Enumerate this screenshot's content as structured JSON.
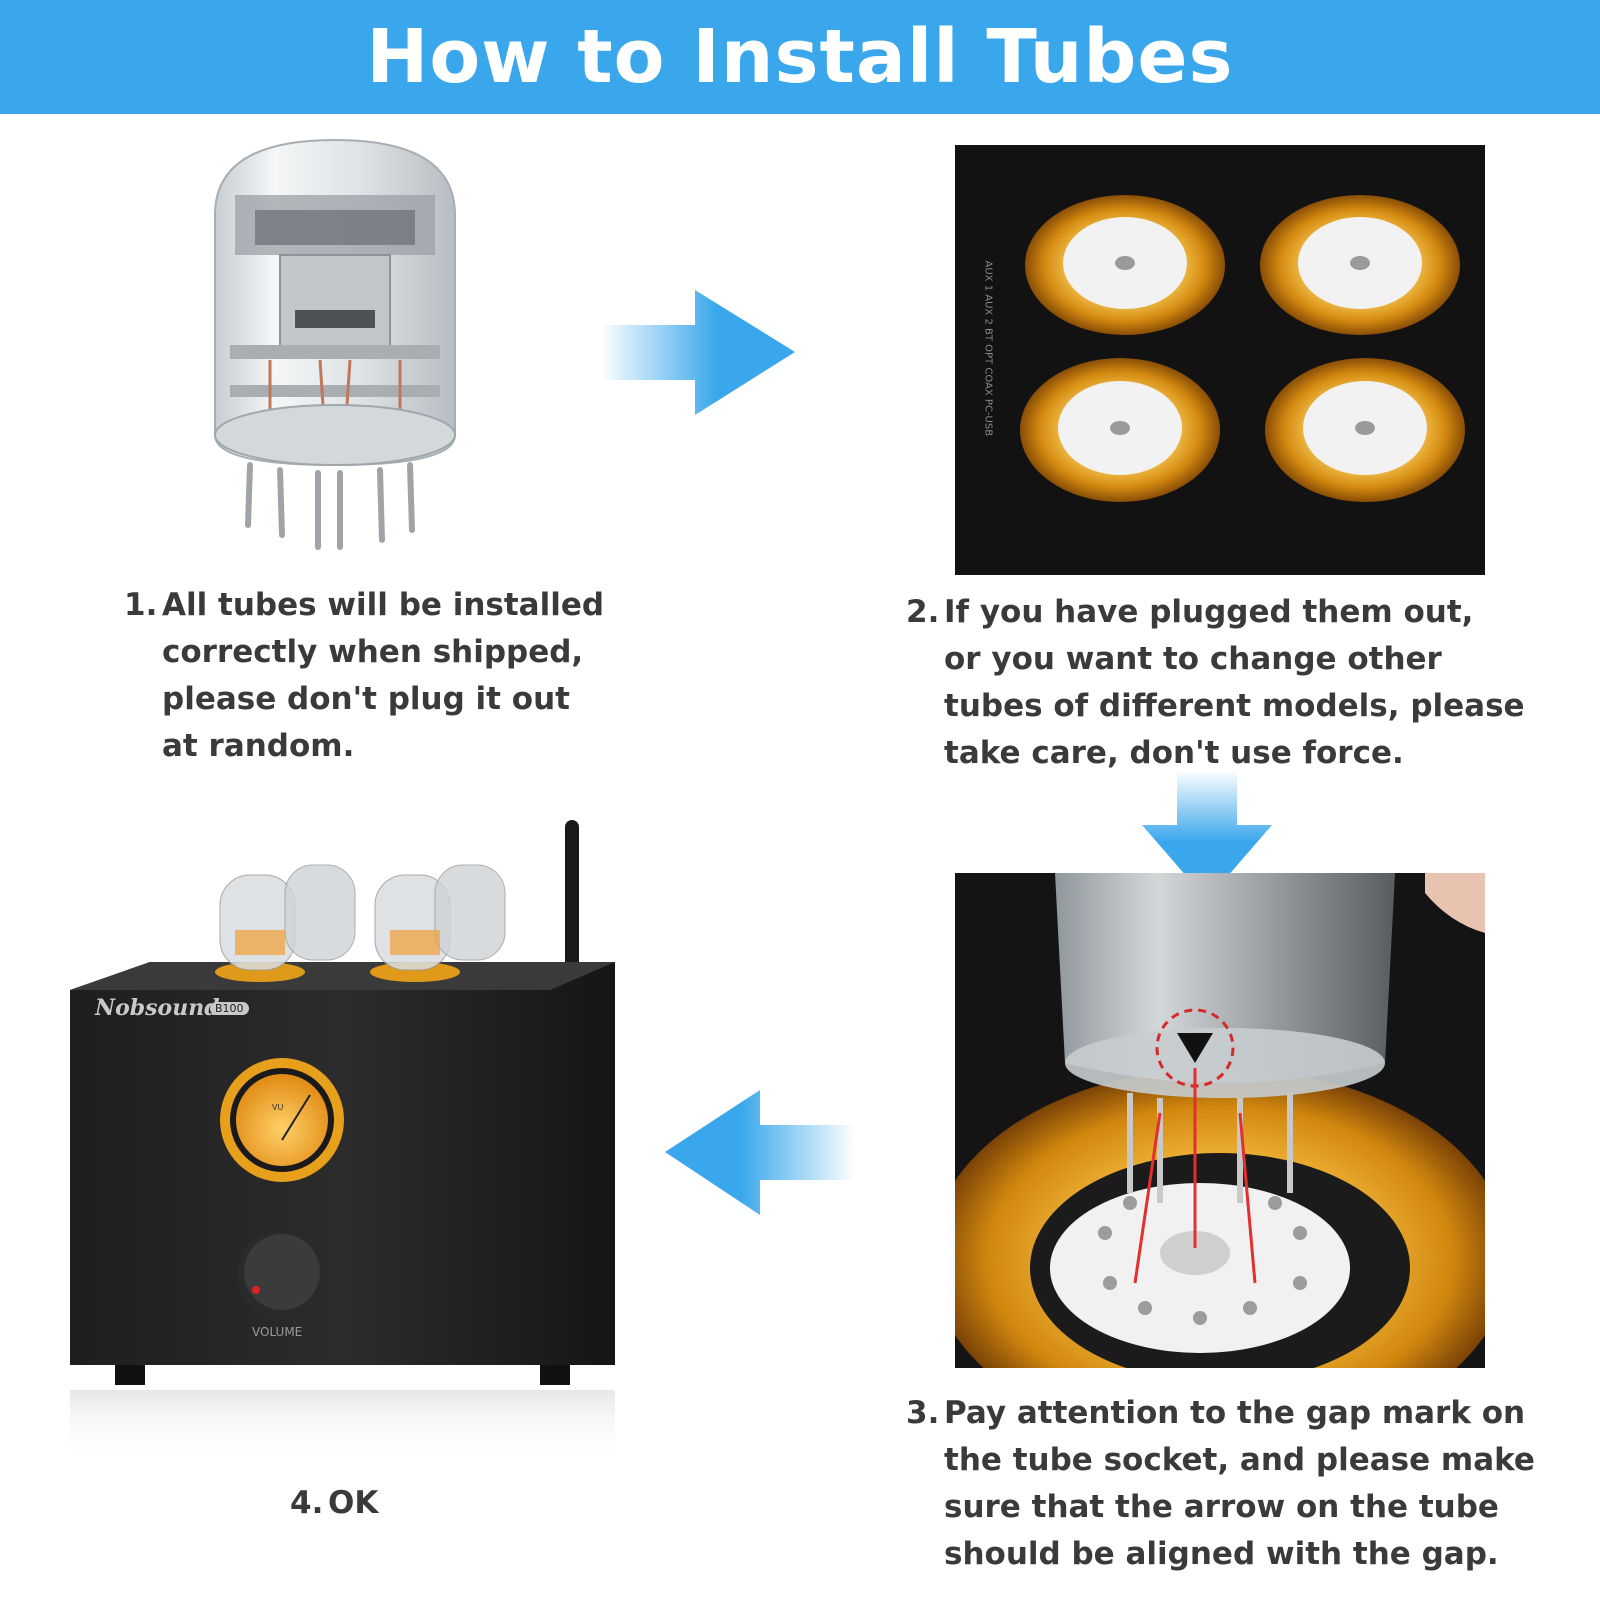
{
  "header": {
    "title": "How to Install Tubes"
  },
  "steps": [
    {
      "number": "1.",
      "lines": [
        "All tubes will be installed",
        "correctly when shipped,",
        "please don't plug it out",
        "at random."
      ]
    },
    {
      "number": "2.",
      "lines": [
        "If you have plugged them out,",
        "or you want to change other",
        "tubes of different models, please",
        "take care, don't use force."
      ]
    },
    {
      "number": "3.",
      "lines": [
        "Pay attention to the gap mark on",
        "the tube socket, and please make",
        "sure that the arrow on the tube",
        "should be aligned with the gap."
      ]
    },
    {
      "number": "4.",
      "lines": [
        "OK"
      ]
    }
  ],
  "amp": {
    "brand": "Nobsound",
    "model": "B100",
    "meter_label": "VU",
    "knob_label": "VOLUME"
  },
  "panel_labels": [
    "AUX 1",
    "AUX 2",
    "BT",
    "OPT",
    "COAX",
    "PC-USB"
  ],
  "colors": {
    "banner": "#3aa7ec",
    "arrow": "#3aa7ec",
    "gold": "#e0a11b",
    "text": "#3a3a3a"
  },
  "icons": {
    "arrow_right": "arrow-right-icon",
    "arrow_down": "arrow-down-icon",
    "arrow_left": "arrow-left-icon"
  }
}
